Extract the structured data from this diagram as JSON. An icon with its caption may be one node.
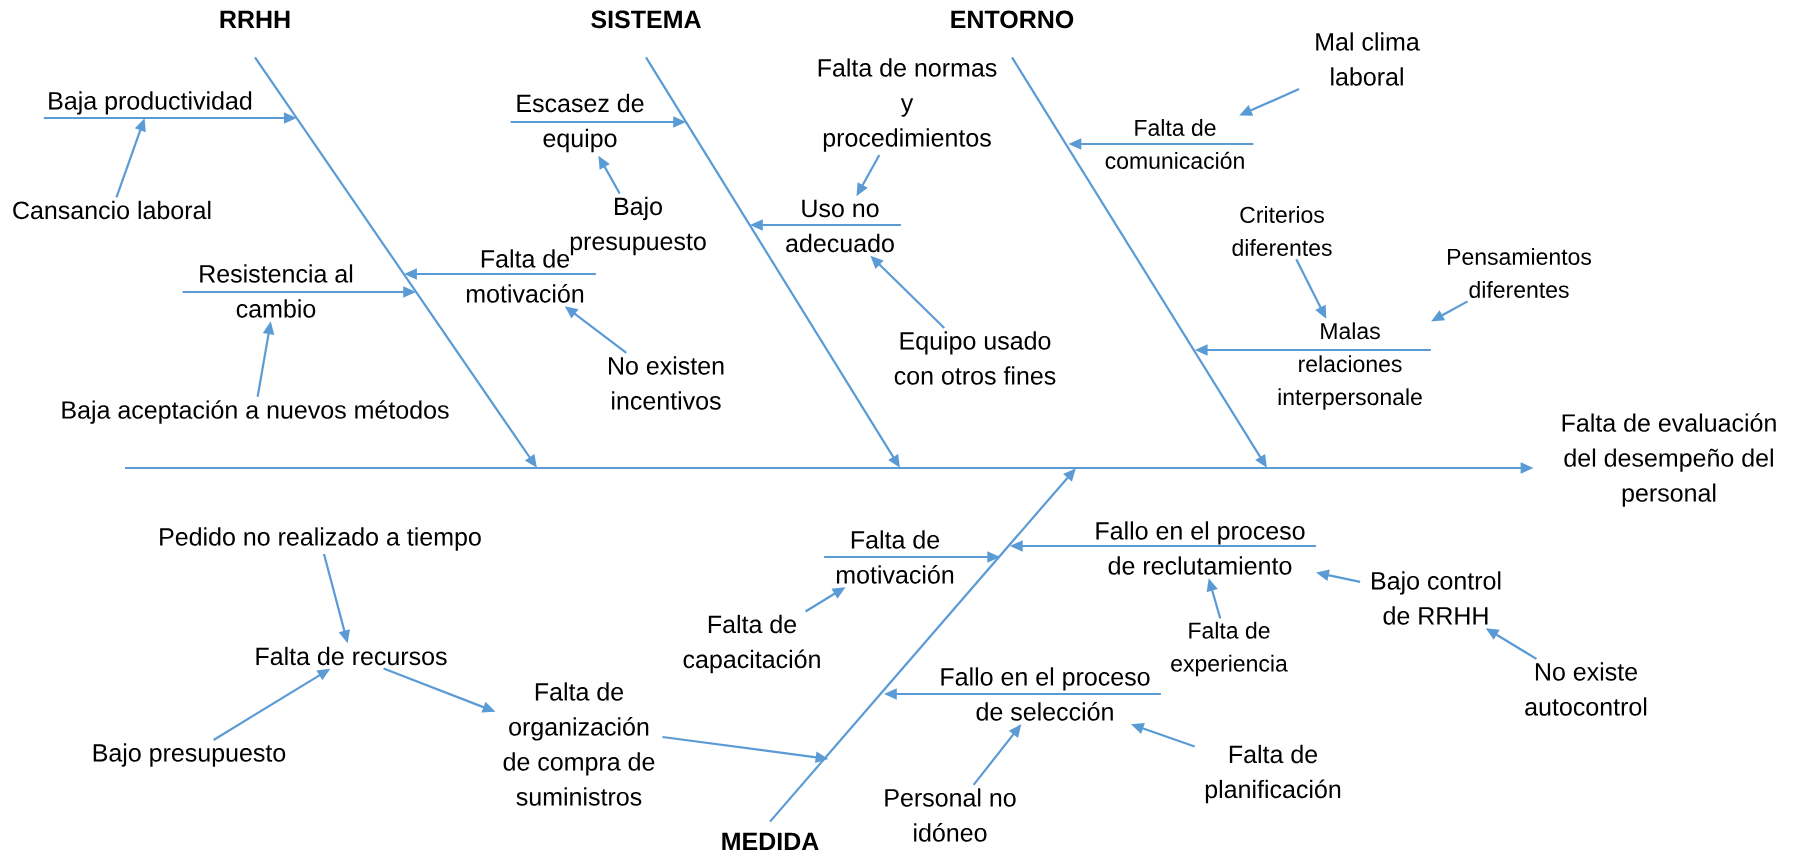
{
  "diagram": {
    "nodes": [
      {
        "text": [
          "RRHH"
        ]
      },
      {
        "text": [
          "SISTEMA"
        ]
      },
      {
        "text": [
          "ENTORNO"
        ]
      },
      {
        "text": [
          "MEDIDA"
        ]
      },
      {
        "text": [
          "Falta de evaluación del desempeño del personal"
        ]
      },
      {
        "text": [
          "Baja productividad"
        ]
      },
      {
        "text": [
          "Cansancio laboral"
        ]
      },
      {
        "text": [
          "Resistencia al cambio"
        ]
      },
      {
        "text": [
          "Baja aceptación a nuevos métodos"
        ]
      },
      {
        "text": [
          "Falta de motivación"
        ]
      },
      {
        "text": [
          "No existen incentivos"
        ]
      },
      {
        "text": [
          "Escasez de equipo"
        ]
      },
      {
        "text": [
          "Bajo presupuesto"
        ]
      },
      {
        "text": [
          "Falta de normas y procedimientos"
        ]
      },
      {
        "text": [
          "Uso no adecuado"
        ]
      },
      {
        "text": [
          "Equipo usado con otros fines"
        ]
      },
      {
        "text": [
          "Mal clima laboral"
        ]
      },
      {
        "text": [
          "Falta de comunicación"
        ]
      },
      {
        "text": [
          "Criterios diferentes"
        ]
      },
      {
        "text": [
          "Pensamientos diferentes"
        ]
      },
      {
        "text": [
          "Malas relaciones interpersonale"
        ]
      },
      {
        "text": [
          "Pedido no realizado a tiempo"
        ]
      },
      {
        "text": [
          "Falta de recursos"
        ]
      },
      {
        "text": [
          "Bajo presupuesto"
        ]
      },
      {
        "text": [
          "Falta de organización de compra de suministros"
        ]
      },
      {
        "text": [
          "Falta de motivación"
        ]
      },
      {
        "text": [
          "Falta de capacitación"
        ]
      },
      {
        "text": [
          "Fallo en el proceso de reclutamiento"
        ]
      },
      {
        "text": [
          "Falta de experiencia"
        ]
      },
      {
        "text": [
          "Bajo control de RRHH"
        ]
      },
      {
        "text": [
          "No existe autocontrol"
        ]
      },
      {
        "text": [
          "Fallo en el proceso de selección"
        ]
      },
      {
        "text": [
          "Personal no idóneo"
        ]
      },
      {
        "text": [
          "Falta de planificación"
        ]
      }
    ],
    "edges": [
      {
        "from": 0,
        "to": null,
        "arrow": "to"
      },
      {
        "from": 1,
        "to": null,
        "arrow": "to"
      },
      {
        "from": 2,
        "to": null,
        "arrow": "to"
      },
      {
        "from": 3,
        "to": null,
        "arrow": "to"
      },
      {
        "from": null,
        "to": 4,
        "arrow": "to"
      },
      {
        "from": 5,
        "to": null,
        "arrow": "to"
      },
      {
        "from": 6,
        "to": 5,
        "arrow": "to"
      },
      {
        "from": 7,
        "to": null,
        "arrow": "to"
      },
      {
        "from": 8,
        "to": 7,
        "arrow": "to"
      },
      {
        "from": 9,
        "to": null,
        "arrow": "to"
      },
      {
        "from": 10,
        "to": 9,
        "arrow": "to"
      },
      {
        "from": 11,
        "to": null,
        "arrow": "to"
      },
      {
        "from": 12,
        "to": 11,
        "arrow": "to"
      },
      {
        "from": 13,
        "to": 14,
        "arrow": "to"
      },
      {
        "from": 14,
        "to": null,
        "arrow": "to"
      },
      {
        "from": 15,
        "to": 14,
        "arrow": "to"
      },
      {
        "from": 16,
        "to": 17,
        "arrow": "to"
      },
      {
        "from": 17,
        "to": null,
        "arrow": "to"
      },
      {
        "from": 18,
        "to": 20,
        "arrow": "to"
      },
      {
        "from": 19,
        "to": 20,
        "arrow": "to"
      },
      {
        "from": 20,
        "to": null,
        "arrow": "to"
      },
      {
        "from": 21,
        "to": 22,
        "arrow": "to"
      },
      {
        "from": 23,
        "to": 22,
        "arrow": "to"
      },
      {
        "from": 22,
        "to": 24,
        "arrow": "to"
      },
      {
        "from": 24,
        "to": null,
        "arrow": "to"
      },
      {
        "from": 26,
        "to": 25,
        "arrow": "to"
      },
      {
        "from": 25,
        "to": null,
        "arrow": "to"
      },
      {
        "from": 28,
        "to": 27,
        "arrow": "to"
      },
      {
        "from": 29,
        "to": 27,
        "arrow": "to"
      },
      {
        "from": 30,
        "to": 29,
        "arrow": "to"
      },
      {
        "from": 27,
        "to": null,
        "arrow": "to"
      },
      {
        "from": 32,
        "to": 31,
        "arrow": "to"
      },
      {
        "from": 33,
        "to": 31,
        "arrow": "to"
      },
      {
        "from": 31,
        "to": null,
        "arrow": "to"
      }
    ]
  }
}
